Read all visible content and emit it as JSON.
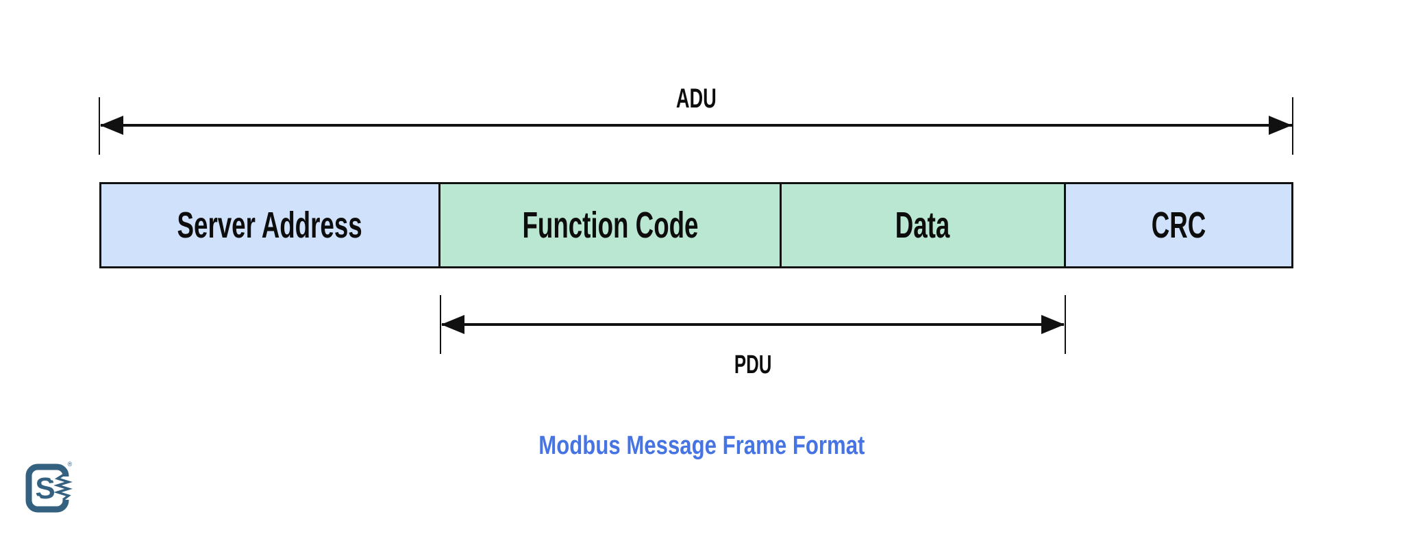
{
  "diagram": {
    "caption": "Modbus Message Frame Format",
    "adu": {
      "label": "ADU"
    },
    "pdu": {
      "label": "PDU"
    },
    "frame_boxes": [
      {
        "label": "Server Address",
        "fill": "#cfe1fb"
      },
      {
        "label": "Function Code",
        "fill": "#b9e7d1"
      },
      {
        "label": "Data",
        "fill": "#b9e7d1"
      },
      {
        "label": "CRC",
        "fill": "#cfe1fb"
      }
    ],
    "colors": {
      "box_border": "#111111",
      "arrow": "#111111",
      "address_crc_fill": "#cfe1fb",
      "pdu_fill": "#b9e7d1",
      "caption_blue": "#4674e2",
      "logo_blue": "#33617f"
    },
    "logo": {
      "letter": "S",
      "registered_mark": "®"
    }
  }
}
